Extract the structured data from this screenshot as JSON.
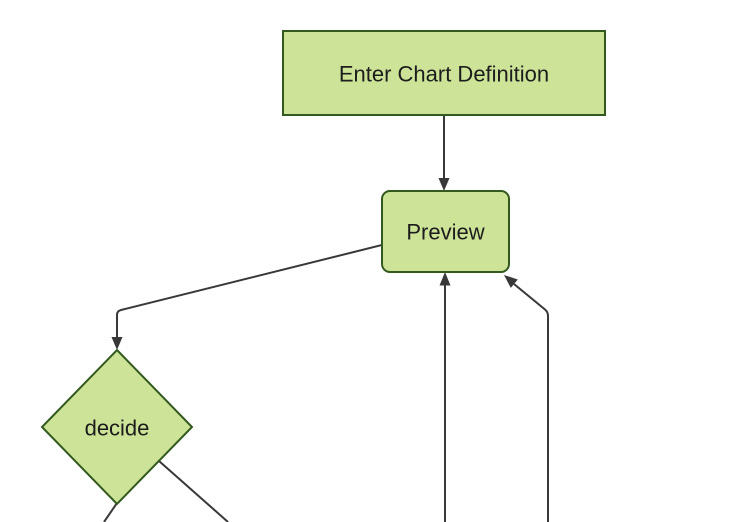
{
  "diagram": {
    "type": "flowchart",
    "orientation": "top-down",
    "nodes": [
      {
        "id": "A",
        "label": "Enter Chart Definition",
        "shape": "rectangle"
      },
      {
        "id": "B",
        "label": "Preview",
        "shape": "rounded-rectangle"
      },
      {
        "id": "C",
        "label": "decide",
        "shape": "diamond"
      }
    ],
    "edges": [
      {
        "from": "A",
        "to": "B",
        "arrow": true
      },
      {
        "from": "B",
        "to": "C",
        "arrow": true
      },
      {
        "from": "offscreen-bottom-1",
        "to": "B",
        "arrow": true
      },
      {
        "from": "offscreen-bottom-2",
        "to": "B",
        "arrow": true
      },
      {
        "from": "C",
        "to": "offscreen-bottom-left",
        "arrow": false
      },
      {
        "from": "C",
        "to": "offscreen-bottom-right",
        "arrow": false
      }
    ]
  },
  "colors": {
    "node_fill": "#cde498",
    "node_border": "#33591e",
    "edge_color": "#383838",
    "text_color": "#1c1c1c",
    "background": "#ffffff"
  }
}
